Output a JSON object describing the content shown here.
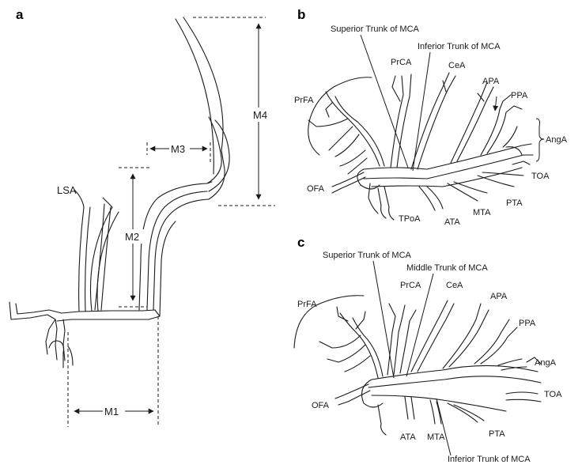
{
  "panels": {
    "a": {
      "letter": "a",
      "labels": {
        "lsa": "LSA",
        "m1": "M1",
        "m2": "M2",
        "m3": "M3",
        "m4": "M4"
      }
    },
    "b": {
      "letter": "b",
      "labels": {
        "superior_trunk": "Superior Trunk of MCA",
        "inferior_trunk": "Inferior Trunk of MCA",
        "prca": "PrCA",
        "cea": "CeA",
        "apa": "APA",
        "ppa": "PPA",
        "prfa": "PrFA",
        "anga": "AngA",
        "toa": "TOA",
        "ofa": "OFA",
        "pta": "PTA",
        "mta": "MTA",
        "ata": "ATA",
        "tpoa": "TPoA"
      }
    },
    "c": {
      "letter": "c",
      "labels": {
        "superior_trunk": "Superior Trunk of MCA",
        "middle_trunk": "Middle Trunk of MCA",
        "inferior_trunk": "Inferior Trunk of MCA",
        "prca": "PrCA",
        "cea": "CeA",
        "apa": "APA",
        "ppa": "PPA",
        "prfa": "PrFA",
        "anga": "AngA",
        "toa": "TOA",
        "ofa": "OFA",
        "pta": "PTA",
        "mta": "MTA",
        "ata": "ATA"
      }
    }
  }
}
